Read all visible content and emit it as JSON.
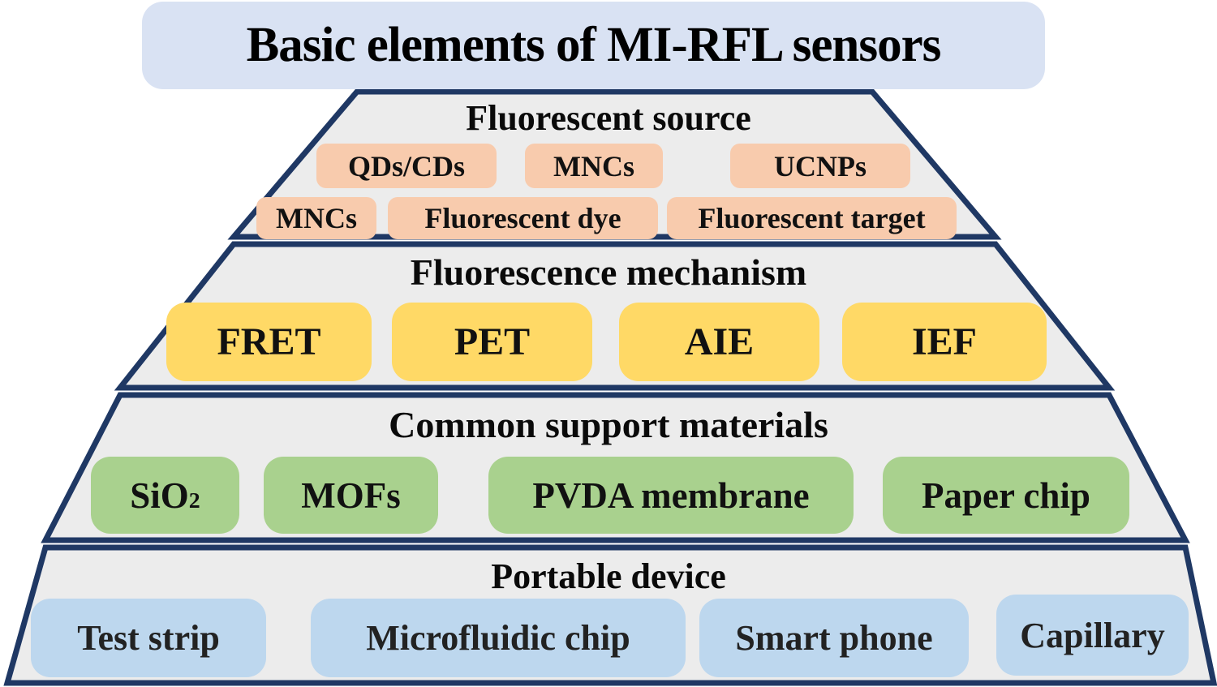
{
  "title": "Basic elements of MI-RFL sensors",
  "colors": {
    "border_navy": "#1f3864",
    "tier_fill": "#ececec",
    "title_bg": "#d9e2f3",
    "source_chip": "#f8cbad",
    "mechanism_chip": "#ffd966",
    "material_chip": "#a9d18e",
    "device_chip": "#bdd7ee"
  },
  "pyramid": {
    "tiers": [
      {
        "heading": "Fluorescent source",
        "row1": [
          "QDs/CDs",
          "MNCs",
          "UCNPs"
        ],
        "row2": [
          "MNCs",
          "Fluorescent dye",
          "Fluorescent target"
        ]
      },
      {
        "heading": "Fluorescence mechanism",
        "chips": [
          "FRET",
          "PET",
          "AIE",
          "IEF"
        ]
      },
      {
        "heading": "Common support materials",
        "chips": [
          {
            "base": "SiO",
            "sub": "2"
          },
          {
            "base": "MOFs"
          },
          {
            "base": "PVDA membrane"
          },
          {
            "base": "Paper chip"
          }
        ]
      },
      {
        "heading": "Portable device",
        "chips": [
          "Test strip",
          "Microfluidic chip",
          "Smart phone",
          "Capillary"
        ]
      }
    ]
  }
}
